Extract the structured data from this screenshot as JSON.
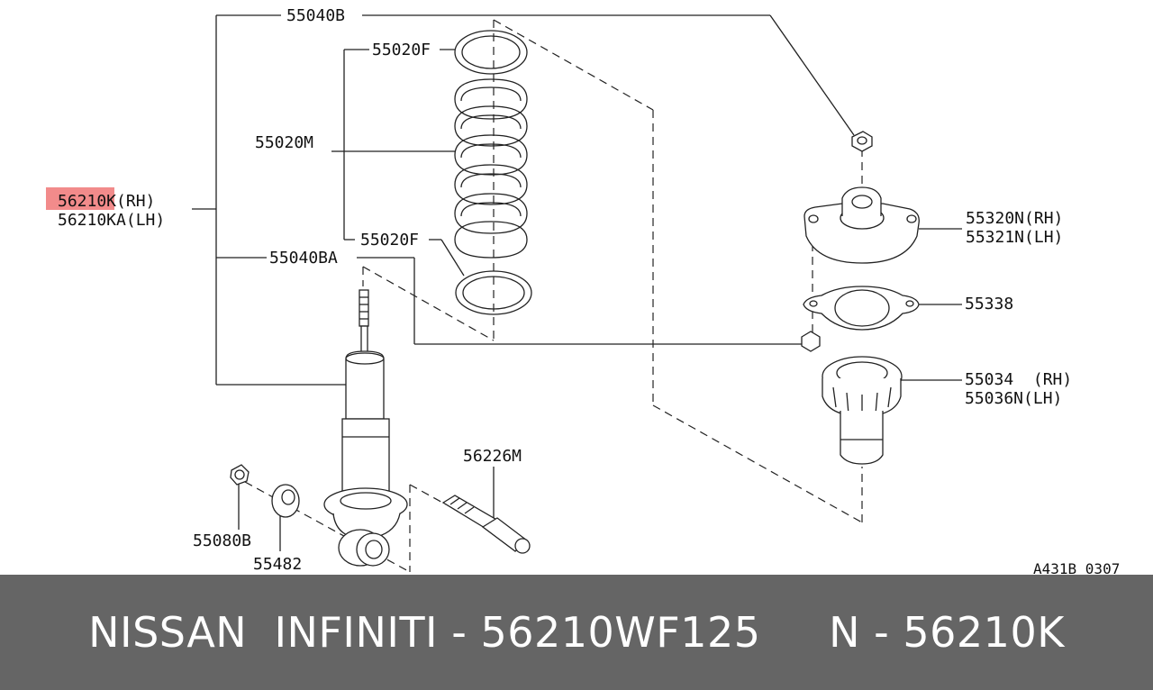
{
  "highlight_color": "#f28b8b",
  "labels": {
    "mount_nut": "55040B",
    "upper_spring_seat": "55020F",
    "coil_spring": "55020M",
    "lower_spring_seat": "55020F",
    "strut_rh": "56210K(RH)",
    "strut_lh": "56210KA(LH)",
    "lower_nut": "55040BA",
    "bolt": "56226M",
    "nut_small": "55080B",
    "washer": "55482",
    "mount_insulator_rh": "55320N(RH)",
    "mount_insulator_lh": "55321N(LH)",
    "gasket": "55338",
    "bound_bumper_rh": "55034  (RH)",
    "bound_bumper_lh": "55036N(LH)",
    "drawing_code": "A431B 0307"
  },
  "footer": {
    "text": "NISSAN  INFINITI - 56210WF125     N - 56210K"
  }
}
